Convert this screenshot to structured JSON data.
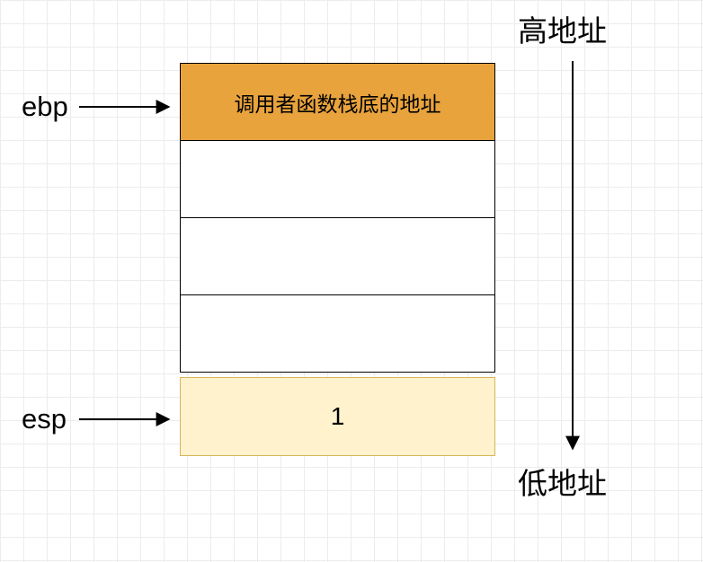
{
  "diagram": {
    "title_hint": "stack memory layout",
    "registers": {
      "ebp_label": "ebp",
      "esp_label": "esp"
    },
    "stack": {
      "top_cell_text": "调用者函数栈底的地址",
      "empty_cell_count": 3,
      "bottom_cell_text": "1"
    },
    "address_axis": {
      "high_label": "高地址",
      "low_label": "低地址",
      "direction": "down"
    },
    "colors": {
      "top_cell_fill": "#E8A33D",
      "bottom_cell_fill": "#FFF2CC",
      "bottom_cell_border": "#D6B656",
      "line_color": "#000000",
      "grid_color": "#ECECEC"
    }
  }
}
